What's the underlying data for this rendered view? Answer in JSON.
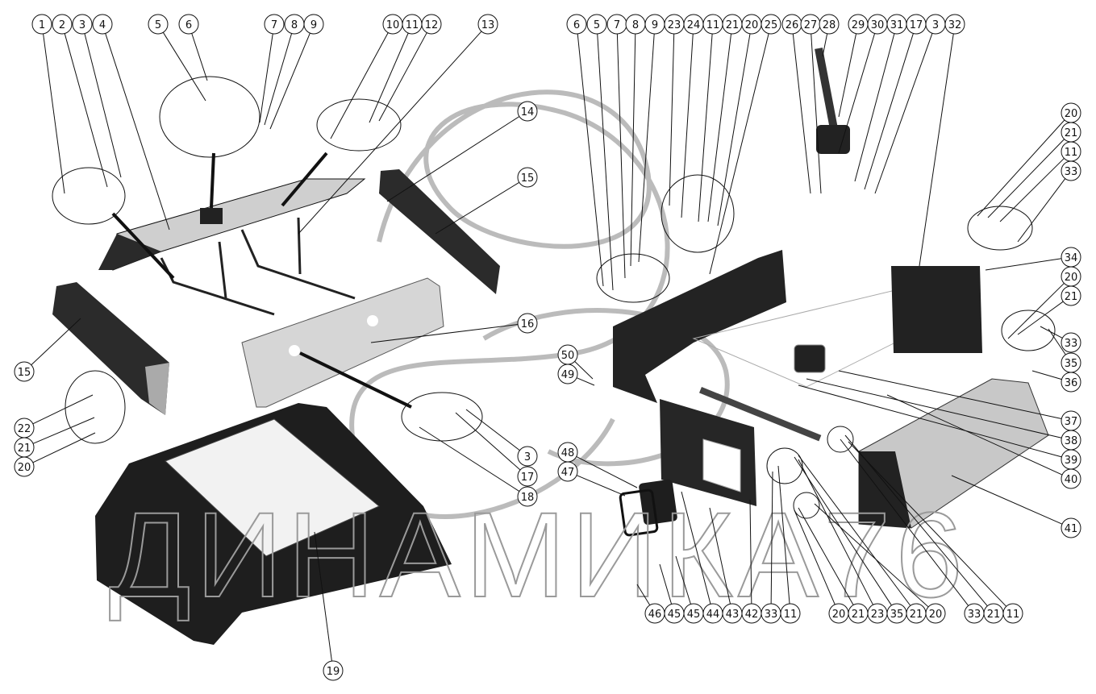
{
  "title": "Exploded assembly view",
  "watermark": "ДИНАМИКА76",
  "callouts": [
    "1",
    "2",
    "3",
    "4",
    "5",
    "6",
    "7",
    "8",
    "9",
    "10",
    "11",
    "12",
    "13",
    "14",
    "15",
    "16",
    "3",
    "17",
    "18",
    "19",
    "15",
    "22",
    "21",
    "20",
    "6",
    "5",
    "7",
    "8",
    "9",
    "23",
    "24",
    "11",
    "21",
    "20",
    "25",
    "26",
    "27",
    "28",
    "29",
    "30",
    "31",
    "17",
    "3",
    "32",
    "20",
    "21",
    "11",
    "33",
    "34",
    "20",
    "21",
    "33",
    "35",
    "36",
    "37",
    "38",
    "39",
    "40",
    "41",
    "50",
    "49",
    "48",
    "47",
    "46",
    "45",
    "45",
    "44",
    "43",
    "42",
    "33",
    "11",
    "20",
    "21",
    "23",
    "35",
    "21",
    "20",
    "33",
    "21",
    "11"
  ],
  "colors": {
    "part_dark": "#262626",
    "part_light": "#cfcfcf",
    "line": "#111111",
    "watermark": "#9a9a9a"
  }
}
